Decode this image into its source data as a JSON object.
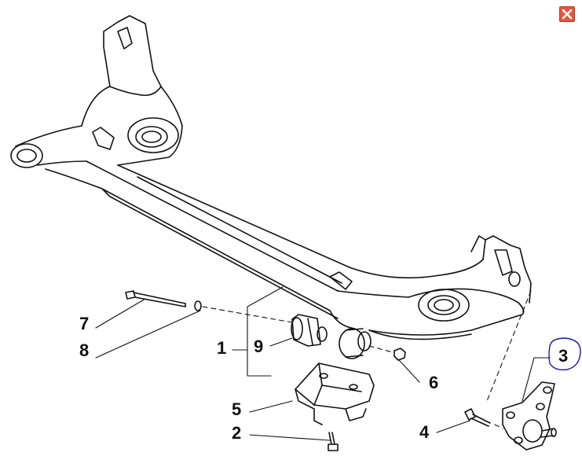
{
  "window": {
    "close_icon": "close-icon",
    "close_color": "#e8553a"
  },
  "diagram": {
    "kind": "exploded parts diagram – rear suspension beam",
    "line_color": "#111111",
    "highlight_color": "#1a1aa8",
    "callouts": [
      {
        "id": "1",
        "label": "1"
      },
      {
        "id": "2",
        "label": "2"
      },
      {
        "id": "3",
        "label": "3",
        "highlighted": true
      },
      {
        "id": "4",
        "label": "4"
      },
      {
        "id": "5",
        "label": "5"
      },
      {
        "id": "6",
        "label": "6"
      },
      {
        "id": "7",
        "label": "7"
      },
      {
        "id": "8",
        "label": "8"
      },
      {
        "id": "9",
        "label": "9"
      }
    ]
  }
}
